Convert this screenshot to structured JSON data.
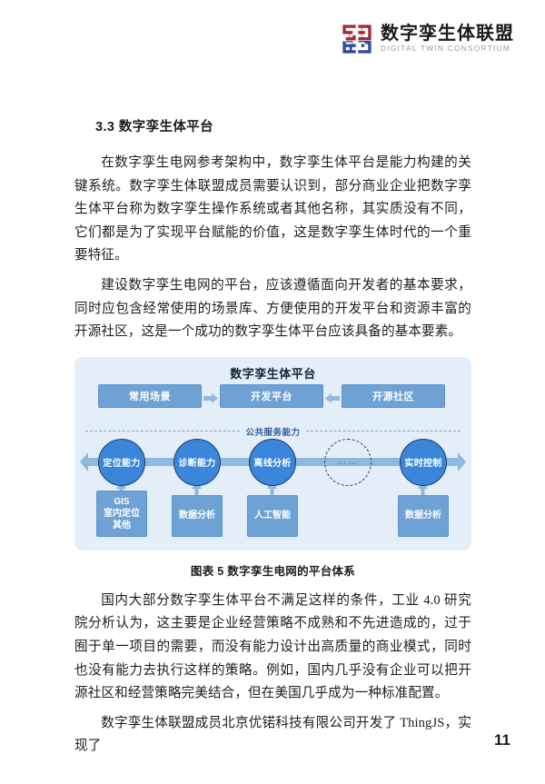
{
  "header": {
    "logo_icon": "digital-twin-consortium-logo",
    "brand_cn": "数字孪生体联盟",
    "brand_en": "DIGITAL TWIN CONSORTIUM",
    "colors": {
      "logo_top": "#a02b3c",
      "logo_bottom": "#2f4b9b",
      "brand_cn": "#1a1a1a",
      "brand_en": "#9b9b9b"
    }
  },
  "main": {
    "heading": "3.3 数字孪生体平台",
    "paragraphs": [
      "在数字孪生电网参考架构中，数字孪生体平台是能力构建的关键系统。数字孪生体联盟成员需要认识到，部分商业企业把数字孪生体平台称为数字孪生操作系统或者其他名称，其实质没有不同，它们都是为了实现平台赋能的价值，这是数字孪生体时代的一个重要特征。",
      "建设数字孪生电网的平台，应该遵循面向开发者的基本要求，同时应包含经常使用的场景库、方便使用的开发平台和资源丰富的开源社区，这是一个成功的数字孪生体平台应该具备的基本要素。"
    ],
    "paragraphs_after": [
      "国内大部分数字孪生体平台不满足这样的条件，工业 4.0 研究院分析认为，这主要是企业经营策略不成熟和不先进造成的，过于囿于单一项目的需要，而没有能力设计出高质量的商业模式，同时也没有能力去执行这样的策略。例如，国内几乎没有企业可以把开源社区和经营策略完美结合，但在美国几乎成为一种标准配置。",
      "数字孪生体联盟成员北京优锘科技有限公司开发了 ThingJS，实现了"
    ]
  },
  "figure": {
    "caption": "图表 5 数字孪生电网的平台体系",
    "diagram": {
      "title": "数字孪生体平台",
      "top_boxes": [
        {
          "label": "常用场景"
        },
        {
          "label": "开发平台"
        },
        {
          "label": "开源社区"
        }
      ],
      "top_arrows": [
        {
          "name": "arrow-right-icon",
          "direction": "right"
        },
        {
          "name": "arrow-left-icon",
          "direction": "left"
        }
      ],
      "divider_label": "公共服务能力",
      "circles": [
        {
          "label": "定位能力",
          "style": "solid"
        },
        {
          "label": "诊断能力",
          "style": "solid"
        },
        {
          "label": "离线分析",
          "style": "solid"
        },
        {
          "label": "……",
          "style": "dashed"
        },
        {
          "label": "实时控制",
          "style": "solid"
        }
      ],
      "bottom_boxes": [
        {
          "label": "GIS\n室内定位\n其他"
        },
        {
          "label": "数据分析"
        },
        {
          "label": "人工智能"
        },
        {
          "label": "数据分析"
        }
      ],
      "colors": {
        "panel_bg": "#e3eef9",
        "box_fill": "#6fa2d4",
        "circle_fill": "#3a86da",
        "connector": "#8fb8de",
        "divider_line": "#7ba6cf",
        "divider_text": "#2f5c96",
        "title_text": "#14243a"
      }
    }
  },
  "footer": {
    "page_number": "11"
  }
}
